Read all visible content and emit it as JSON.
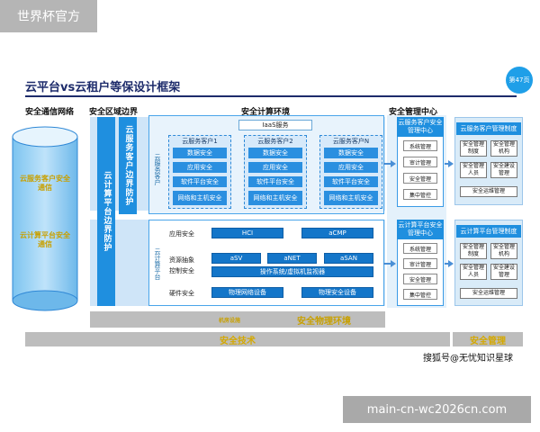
{
  "watermark_top": "世界杯官方",
  "title": "云平台vs云租户等保设计框架",
  "page_badge": "第47页",
  "columns": {
    "network": "安全通信网络",
    "boundary": "安全区域边界",
    "compute": "安全计算环境",
    "center": "安全管理中心"
  },
  "cylinder": {
    "tenant_text": "云服务客户安全通信",
    "platform_text": "云计算平台安全通信"
  },
  "boundary_strips": {
    "platform": "云计算平台边界防护",
    "tenant": "云服务客户边界防护"
  },
  "iaas": {
    "title": "IaaS服务",
    "side_label": "云服务客户",
    "tenants": [
      {
        "name": "云服务客户1",
        "items": [
          "数据安全",
          "应用安全",
          "软件平台安全",
          "网络和主机安全"
        ]
      },
      {
        "name": "云服务客户2",
        "items": [
          "数据安全",
          "应用安全",
          "软件平台安全",
          "网络和主机安全"
        ]
      },
      {
        "name": "云服务客户N",
        "items": [
          "数据安全",
          "应用安全",
          "软件平台安全",
          "网络和主机安全"
        ]
      }
    ]
  },
  "platform": {
    "side_label": "云计算平台",
    "app_label": "应用安全",
    "app_items": [
      "HCI",
      "aCMP"
    ],
    "res_label_1": "资源抽象",
    "res_label_2": "控制安全",
    "res_items": [
      "aSV",
      "aNET",
      "aSAN"
    ],
    "os_item": "操作系统/虚拟机监视器",
    "hw_label": "硬件安全",
    "hw_items": [
      "物理网络设备",
      "物理安全设备"
    ]
  },
  "mgmt_center": {
    "tenant": {
      "head": "云服务客户安全管理中心",
      "items": [
        "系统管理",
        "审计管理",
        "安全管理",
        "集中管控"
      ]
    },
    "platform": {
      "head": "云计算平台安全管理中心",
      "items": [
        "系统管理",
        "审计管理",
        "安全管理",
        "集中管控"
      ]
    }
  },
  "mgmt_system": {
    "tenant": {
      "head": "云服务客户管理制度",
      "items": [
        "安全管理制度",
        "安全管理机构",
        "安全管理人员",
        "安全建设管理"
      ],
      "wide": "安全运维管理"
    },
    "platform": {
      "head": "云计算平台管理制度",
      "items": [
        "安全管理制度",
        "安全管理机构",
        "安全管理人员",
        "安全建设管理"
      ],
      "wide": "安全运维管理"
    }
  },
  "physical": {
    "small": "机房设施",
    "main": "安全物理环境"
  },
  "bottom": {
    "tech": "安全技术",
    "mgmt": "安全管理"
  },
  "credit": "搜狐号@无忧知识星球",
  "watermark_bottom": "main-cn-wc2026cn.com",
  "colors": {
    "accent_blue": "#1f8fdf",
    "dark_navy": "#1d2b6b",
    "gold": "#d4a800"
  }
}
